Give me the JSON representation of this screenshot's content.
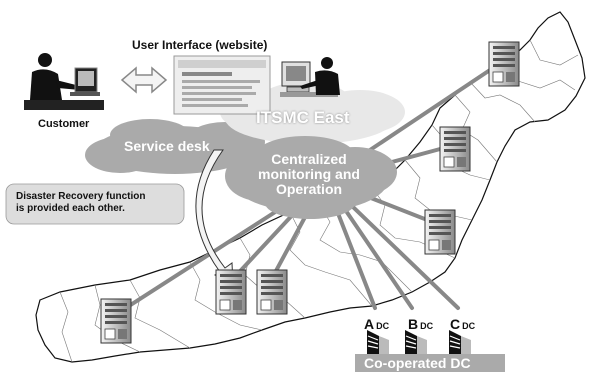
{
  "labels": {
    "user_interface": "User Interface (website)",
    "customer": "Customer",
    "itsmc_east": "ITSMC East",
    "service_desk": "Service desk",
    "centralized": "Centralized\nmonitoring and\nOperation",
    "disaster_recovery": "Disaster Recovery function\nis provided each other.",
    "co_operated_dc": "Co-operated DC"
  },
  "dc_labels": [
    {
      "letter": "A",
      "suffix": "DC"
    },
    {
      "letter": "B",
      "suffix": "DC"
    },
    {
      "letter": "C",
      "suffix": "DC"
    }
  ],
  "icons": {
    "server_icon": "server-tower",
    "dc_icon": "office-buildings",
    "person_icon": "person-at-computer",
    "arrow_icon": "double-headed-arrow"
  },
  "colors": {
    "map_fill": "#ffffff",
    "map_stroke": "#111111",
    "cloud_fill": "#aaaaaa",
    "itsmc_cloud": "#e8e8e8",
    "line_gray": "#888888",
    "label_box": "#dddddd"
  }
}
